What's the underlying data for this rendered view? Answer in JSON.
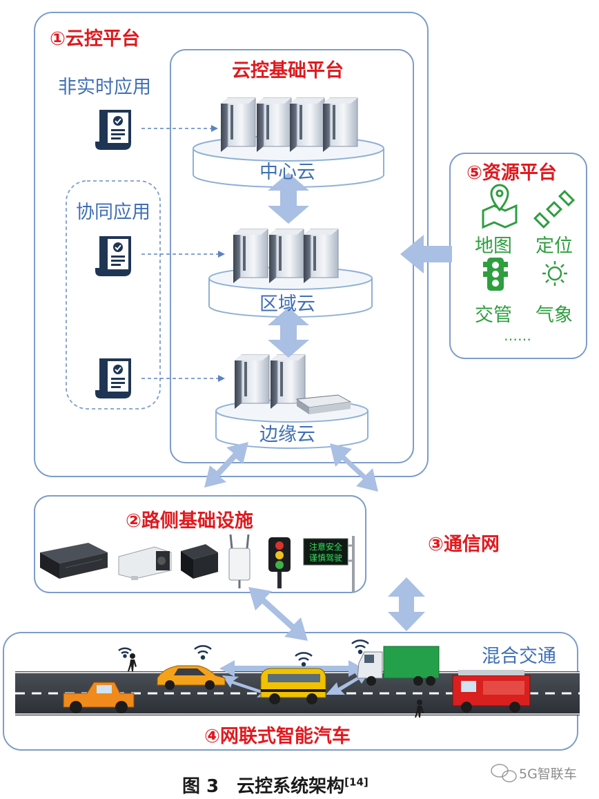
{
  "cloud_platform": {
    "title": "①云控平台",
    "base_platform_title": "云控基础平台",
    "non_realtime_app": "非实时应用",
    "collab_app": "协同应用",
    "center_cloud": "中心云",
    "region_cloud": "区域云",
    "edge_cloud": "边缘云"
  },
  "resource_platform": {
    "title": "⑤资源平台",
    "items": [
      "地图",
      "定位",
      "交管",
      "气象"
    ],
    "more": "……"
  },
  "roadside": {
    "title": "②路侧基础设施",
    "sign_line1": "注意安全",
    "sign_line2": "谨慎驾驶"
  },
  "network": {
    "title": "③通信网"
  },
  "traffic": {
    "title": "混合交通",
    "vehicles_title": "④网联式智能汽车"
  },
  "caption": {
    "text": "图 3　云控系统架构",
    "ref": "[14]"
  },
  "watermark": {
    "text": "5G智联车"
  },
  "colors": {
    "accent_red": "#e0191e",
    "frame_blue": "#7d9cc9",
    "arrow_blue": "#a9bfe3",
    "resource_green": "#2e9e3f"
  }
}
